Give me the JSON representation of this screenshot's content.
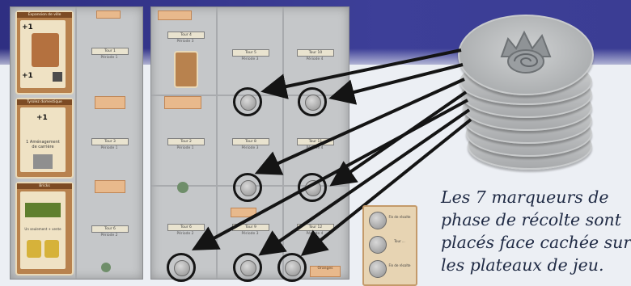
{
  "caption": {
    "line1": "Les 7 marqueurs de",
    "line2": "phase de récolte sont",
    "line3": "placés face cachée sur",
    "line4": "les plateaux de jeu."
  },
  "cards": [
    {
      "title": "Expansion de ville",
      "reward": "+1"
    },
    {
      "title": "Tyrolez domestique",
      "reward": "+1",
      "line": "1 Aménagement de carrière"
    },
    {
      "title": "Bricks",
      "line": "Un seulement + vente"
    }
  ],
  "main_board": {
    "tours": [
      {
        "label": "Tour 4",
        "sub": "Période 3"
      },
      {
        "label": "Tour 5",
        "sub": "Période 3"
      },
      {
        "label": "Tour 10",
        "sub": "Période 4"
      },
      {
        "label": "Tour 2",
        "sub": "Période 1"
      },
      {
        "label": "Tour 8",
        "sub": "Période 3"
      },
      {
        "label": "Tour 11",
        "sub": "Période 4"
      },
      {
        "label": "Tour 6",
        "sub": "Période 2"
      },
      {
        "label": "Tour 9",
        "sub": "Période 3"
      },
      {
        "label": "Tour 12",
        "sub": "Période 4"
      }
    ],
    "orange_bottom": "Oranges"
  },
  "left_board": {
    "tours": [
      {
        "label": "Tour 1",
        "sub": "Période 1"
      },
      {
        "label": "Tour 3",
        "sub": "Période 1"
      },
      {
        "label": "Tour 6",
        "sub": "Période 2"
      }
    ]
  },
  "side_panel": {
    "items": [
      "Fin de récolte",
      "Tour ...",
      "Fin de récolte"
    ]
  },
  "colors": {
    "band": "#3d3f98",
    "caption": "#1f2a44",
    "ring": "#151515"
  },
  "icons": [
    "harvest-marker-stack",
    "spiral-symbol-icon",
    "arrow"
  ]
}
